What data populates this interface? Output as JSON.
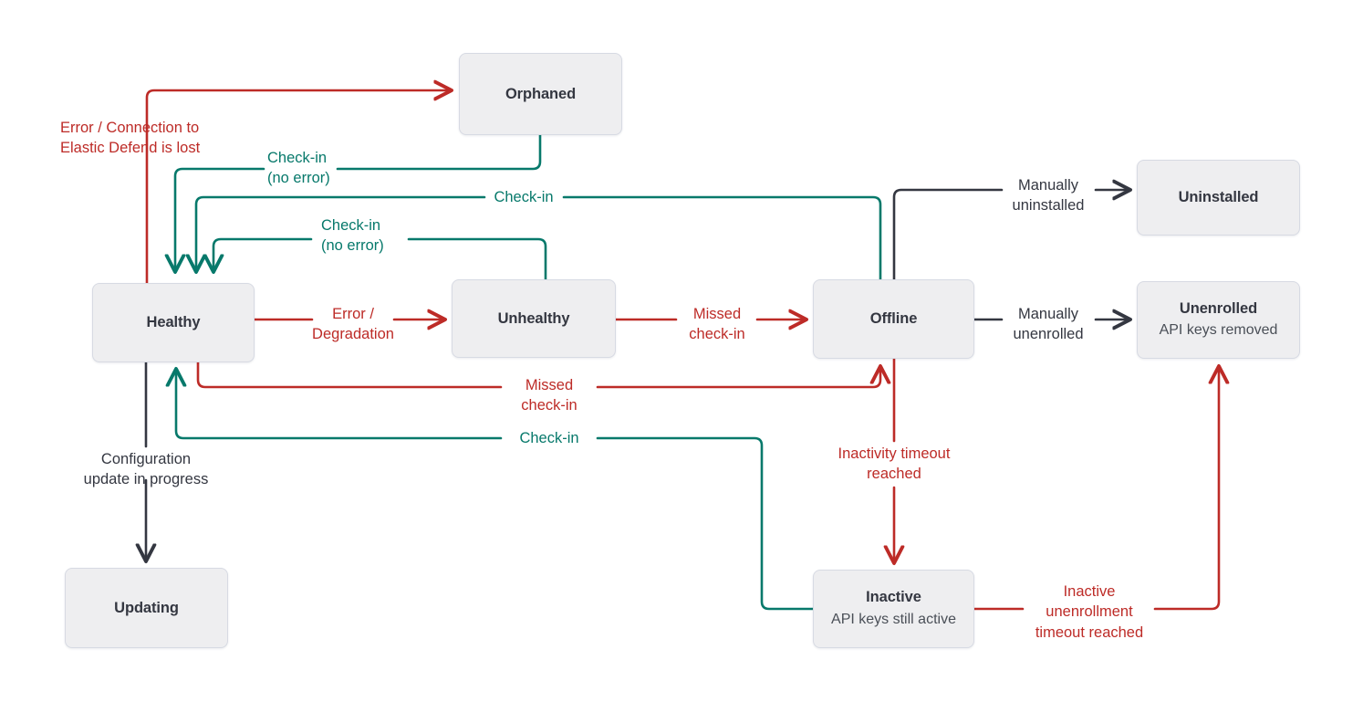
{
  "diagram": {
    "title": "Elastic Agent status state diagram",
    "colors": {
      "red": "#bd2b27",
      "teal": "#07796b",
      "black": "#343741",
      "node_fill": "#eeeef0",
      "node_border": "#d7dae3",
      "background": "#ffffff"
    },
    "nodes": [
      {
        "id": "orphaned",
        "title": "Orphaned",
        "sub": ""
      },
      {
        "id": "healthy",
        "title": "Healthy",
        "sub": ""
      },
      {
        "id": "unhealthy",
        "title": "Unhealthy",
        "sub": ""
      },
      {
        "id": "offline",
        "title": "Offline",
        "sub": ""
      },
      {
        "id": "uninstalled",
        "title": "Uninstalled",
        "sub": ""
      },
      {
        "id": "unenrolled",
        "title": "Unenrolled",
        "sub": "API keys removed"
      },
      {
        "id": "inactive",
        "title": "Inactive",
        "sub": "API keys still active"
      },
      {
        "id": "updating",
        "title": "Updating",
        "sub": ""
      }
    ],
    "edges": [
      {
        "id": "healthy-to-orphaned",
        "from": "healthy",
        "to": "orphaned",
        "color": "red",
        "label": "Error / Connection to\nElastic Defend is lost"
      },
      {
        "id": "orphaned-to-healthy",
        "from": "orphaned",
        "to": "healthy",
        "color": "teal",
        "label": "Check-in\n(no error)"
      },
      {
        "id": "offline-to-healthy",
        "from": "offline",
        "to": "healthy",
        "color": "teal",
        "label": "Check-in"
      },
      {
        "id": "unhealthy-to-healthy",
        "from": "unhealthy",
        "to": "healthy",
        "color": "teal",
        "label": "Check-in\n(no error)"
      },
      {
        "id": "healthy-to-unhealthy",
        "from": "healthy",
        "to": "unhealthy",
        "color": "red",
        "label": "Error /\nDegradation"
      },
      {
        "id": "unhealthy-to-offline",
        "from": "unhealthy",
        "to": "offline",
        "color": "red",
        "label": "Missed\ncheck-in"
      },
      {
        "id": "healthy-to-offline",
        "from": "healthy",
        "to": "offline",
        "color": "red",
        "label": "Missed\ncheck-in"
      },
      {
        "id": "inactive-to-healthy",
        "from": "inactive",
        "to": "healthy",
        "color": "teal",
        "label": "Check-in"
      },
      {
        "id": "offline-to-uninstalled",
        "from": "offline",
        "to": "uninstalled",
        "color": "black",
        "label": "Manually\nuninstalled"
      },
      {
        "id": "offline-to-unenrolled",
        "from": "offline",
        "to": "unenrolled",
        "color": "black",
        "label": "Manually\nunenrolled"
      },
      {
        "id": "offline-to-inactive",
        "from": "offline",
        "to": "inactive",
        "color": "red",
        "label": "Inactivity timeout\nreached"
      },
      {
        "id": "inactive-to-unenrolled",
        "from": "inactive",
        "to": "unenrolled",
        "color": "red",
        "label": "Inactive\nunenrollment\ntimeout reached"
      },
      {
        "id": "healthy-to-updating",
        "from": "healthy",
        "to": "updating",
        "color": "black",
        "label": "Configuration\nupdate in progress"
      }
    ],
    "labels": {
      "error_connection_lost": "Error / Connection to\nElastic Defend is lost",
      "checkin_no_error_top": "Check-in\n(no error)",
      "checkin_offline": "Check-in",
      "checkin_no_error_mid": "Check-in\n(no error)",
      "error_degradation": "Error /\nDegradation",
      "missed_checkin_unhealthy": "Missed\ncheck-in",
      "missed_checkin_healthy": "Missed\ncheck-in",
      "checkin_inactive": "Check-in",
      "manually_uninstalled": "Manually\nuninstalled",
      "manually_unenrolled": "Manually\nunenrolled",
      "inactivity_timeout": "Inactivity timeout\nreached",
      "inactive_unenrollment": "Inactive\nunenrollment\ntimeout reached",
      "configuration_update": "Configuration\nupdate in progress"
    }
  }
}
